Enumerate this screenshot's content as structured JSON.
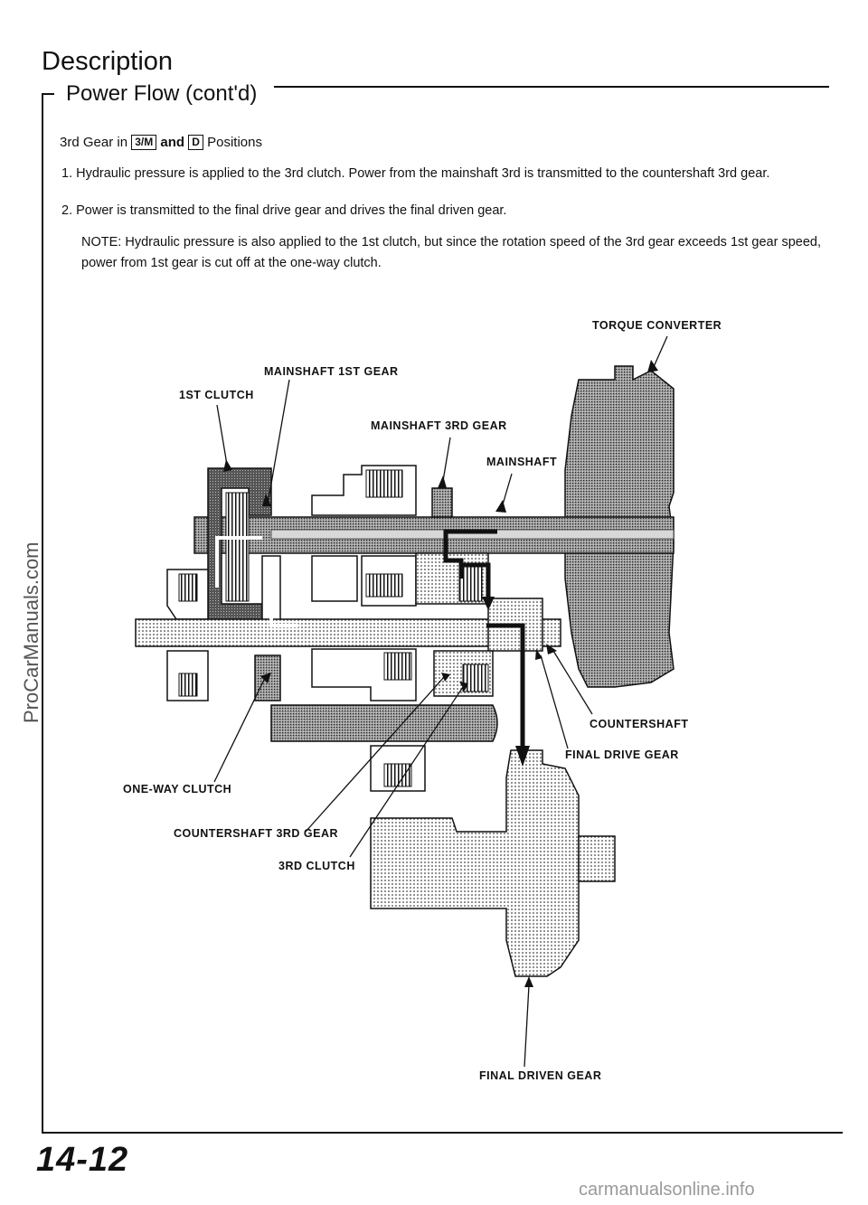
{
  "header": {
    "title": "Description",
    "subtitle": "Power Flow (cont'd)"
  },
  "intro": {
    "prefix": "3rd Gear in",
    "mode1": "3/M",
    "and": "and",
    "mode2": "D",
    "suffix": "Positions"
  },
  "steps": [
    "1.  Hydraulic pressure is applied to the 3rd clutch. Power from the mainshaft 3rd is transmitted to the countershaft 3rd gear.",
    "2.  Power is transmitted to the final drive gear and drives the final driven gear."
  ],
  "note": "NOTE:  Hydraulic pressure is also applied to the 1st clutch, but since the rotation speed of the 3rd gear exceeds 1st gear speed, power from 1st gear is cut off at the one-way clutch.",
  "diagram_labels": {
    "torque_converter": "TORQUE CONVERTER",
    "mainshaft_1st_gear": "MAINSHAFT 1ST GEAR",
    "first_clutch": "1ST CLUTCH",
    "mainshaft_3rd_gear": "MAINSHAFT 3RD GEAR",
    "mainshaft": "MAINSHAFT",
    "countershaft": "COUNTERSHAFT",
    "final_drive_gear": "FINAL DRIVE GEAR",
    "one_way_clutch": "ONE-WAY CLUTCH",
    "countershaft_3rd_gear": "COUNTERSHAFT 3RD GEAR",
    "third_clutch": "3RD CLUTCH",
    "final_driven_gear": "FINAL DRIVEN GEAR"
  },
  "watermark": "ProCarManuals.com",
  "footer": {
    "page_number": "14-12",
    "site": "carmanualsonline.info"
  }
}
